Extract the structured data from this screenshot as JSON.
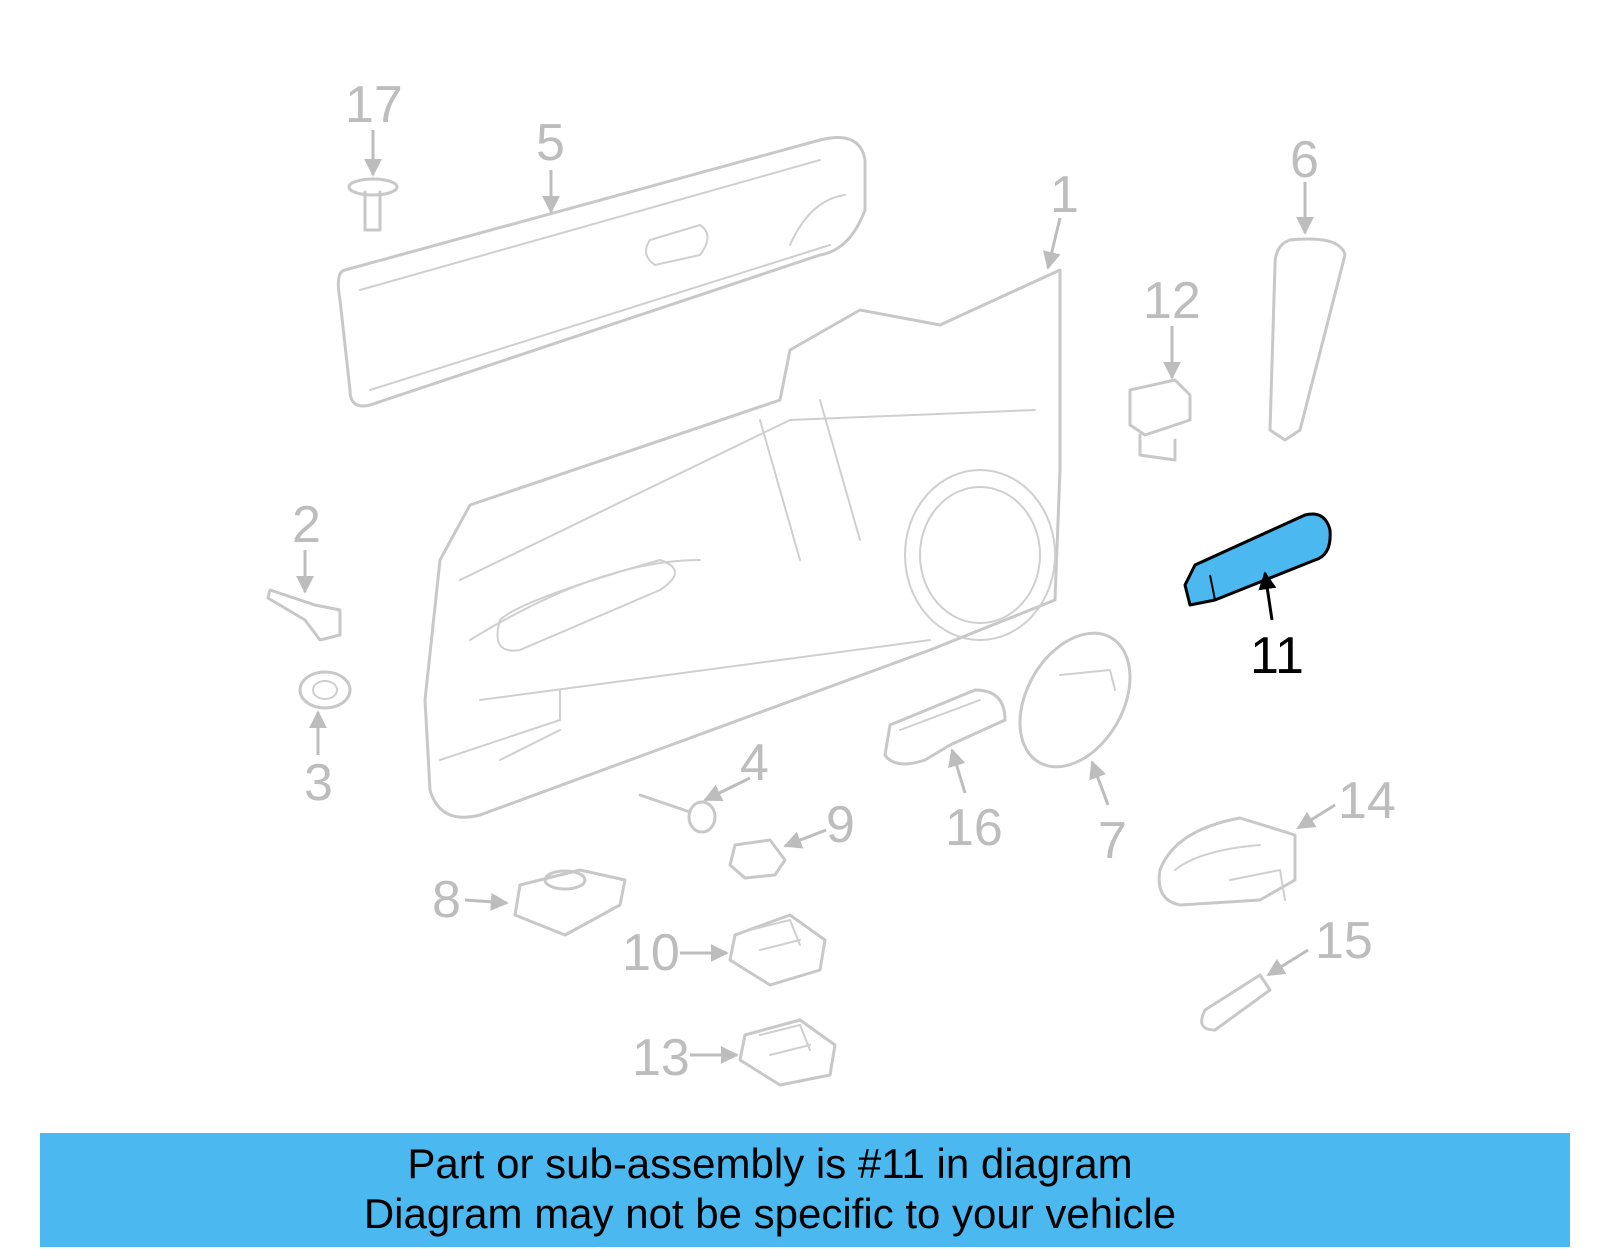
{
  "banner": {
    "line1": "Part or sub-assembly is #11 in diagram",
    "line2": "Diagram may not be specific to your vehicle"
  },
  "callouts": {
    "c1": "1",
    "c2": "2",
    "c3": "3",
    "c4": "4",
    "c5": "5",
    "c6": "6",
    "c7": "7",
    "c8": "8",
    "c9": "9",
    "c10": "10",
    "c11": "11",
    "c12": "12",
    "c13": "13",
    "c14": "14",
    "c15": "15",
    "c16": "16",
    "c17": "17"
  },
  "highlight": {
    "part": "11",
    "color": "#4cb8f0"
  },
  "colors": {
    "banner": "#4cb8f0",
    "inactive": "#c8c8c8",
    "active": "#000000"
  }
}
